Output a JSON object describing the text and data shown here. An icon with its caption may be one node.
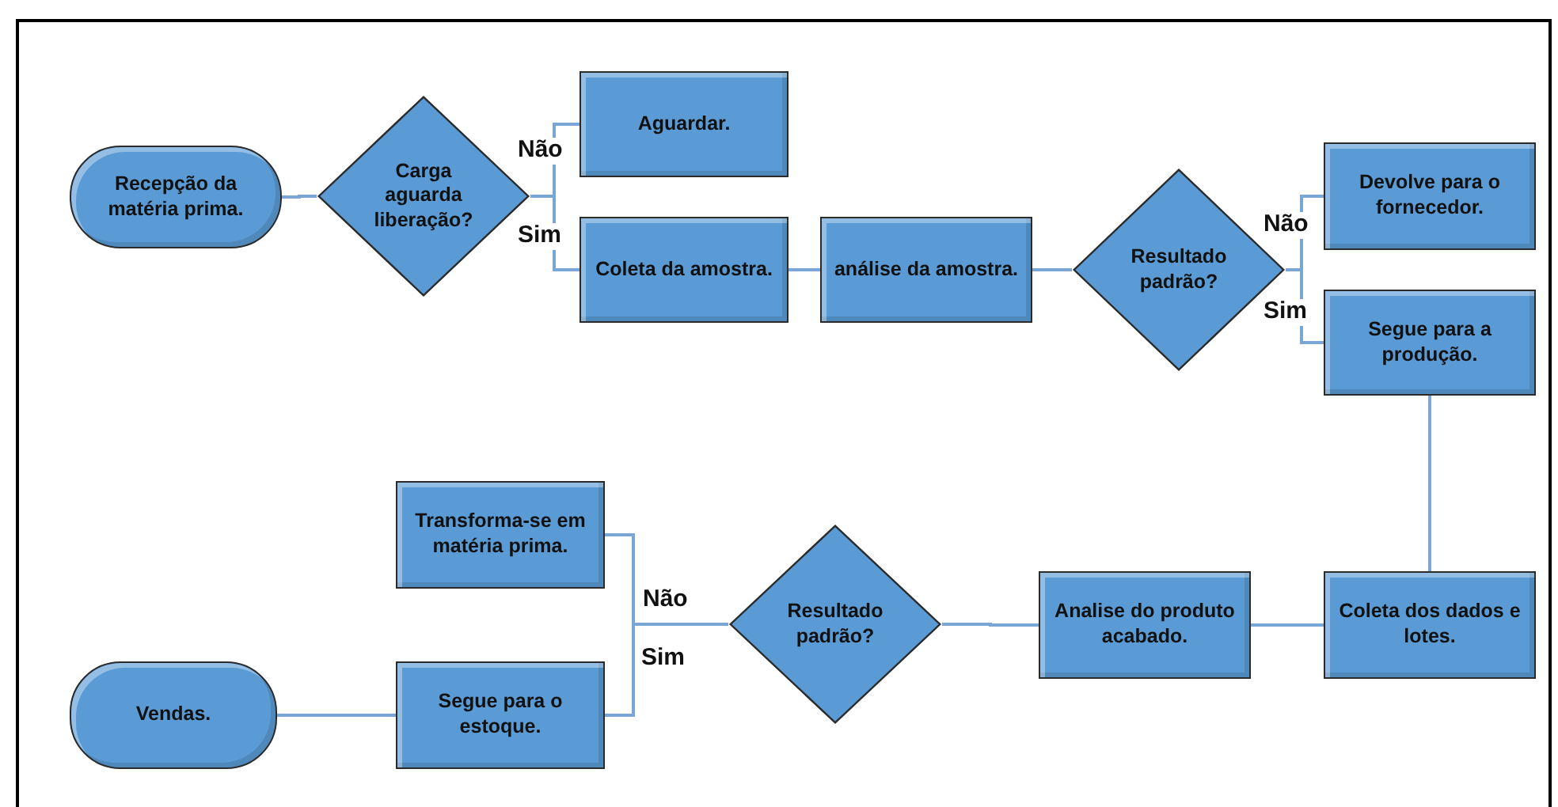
{
  "diagram": {
    "nodes": [
      {
        "text": [
          "Recepção da matéria prima."
        ]
      },
      {
        "text": [
          "Carga aguarda liberação?"
        ]
      },
      {
        "text": [
          "Aguardar."
        ]
      },
      {
        "text": [
          "Coleta da amostra."
        ]
      },
      {
        "text": [
          "análise da amostra."
        ]
      },
      {
        "text": [
          "Resultado padrão?"
        ]
      },
      {
        "text": [
          "Devolve para o fornecedor."
        ]
      },
      {
        "text": [
          "Segue para a produção."
        ]
      },
      {
        "text": [
          "Coleta dos dados e lotes."
        ]
      },
      {
        "text": [
          "Analise do produto acabado."
        ]
      },
      {
        "text": [
          "Resultado padrão?"
        ]
      },
      {
        "text": [
          "Transforma-se em matéria prima."
        ]
      },
      {
        "text": [
          "Segue para o estoque."
        ]
      },
      {
        "text": [
          "Vendas."
        ]
      }
    ],
    "edges": [
      {
        "from": 0,
        "to": 1,
        "arrow": "none"
      },
      {
        "from": 1,
        "to": 2,
        "arrow": "none",
        "label": "Não"
      },
      {
        "from": 1,
        "to": 3,
        "arrow": "none",
        "label": "Sim"
      },
      {
        "from": 3,
        "to": 4,
        "arrow": "none"
      },
      {
        "from": 4,
        "to": 5,
        "arrow": "none"
      },
      {
        "from": 5,
        "to": 6,
        "arrow": "none",
        "label": "Não"
      },
      {
        "from": 5,
        "to": 7,
        "arrow": "none",
        "label": "Sim"
      },
      {
        "from": 7,
        "to": 8,
        "arrow": "none"
      },
      {
        "from": 8,
        "to": 9,
        "arrow": "none"
      },
      {
        "from": 9,
        "to": 10,
        "arrow": "none"
      },
      {
        "from": 10,
        "to": 11,
        "arrow": "none",
        "label": "Não"
      },
      {
        "from": 10,
        "to": 12,
        "arrow": "none",
        "label": "Sim"
      },
      {
        "from": 12,
        "to": 13,
        "arrow": "none"
      }
    ]
  }
}
